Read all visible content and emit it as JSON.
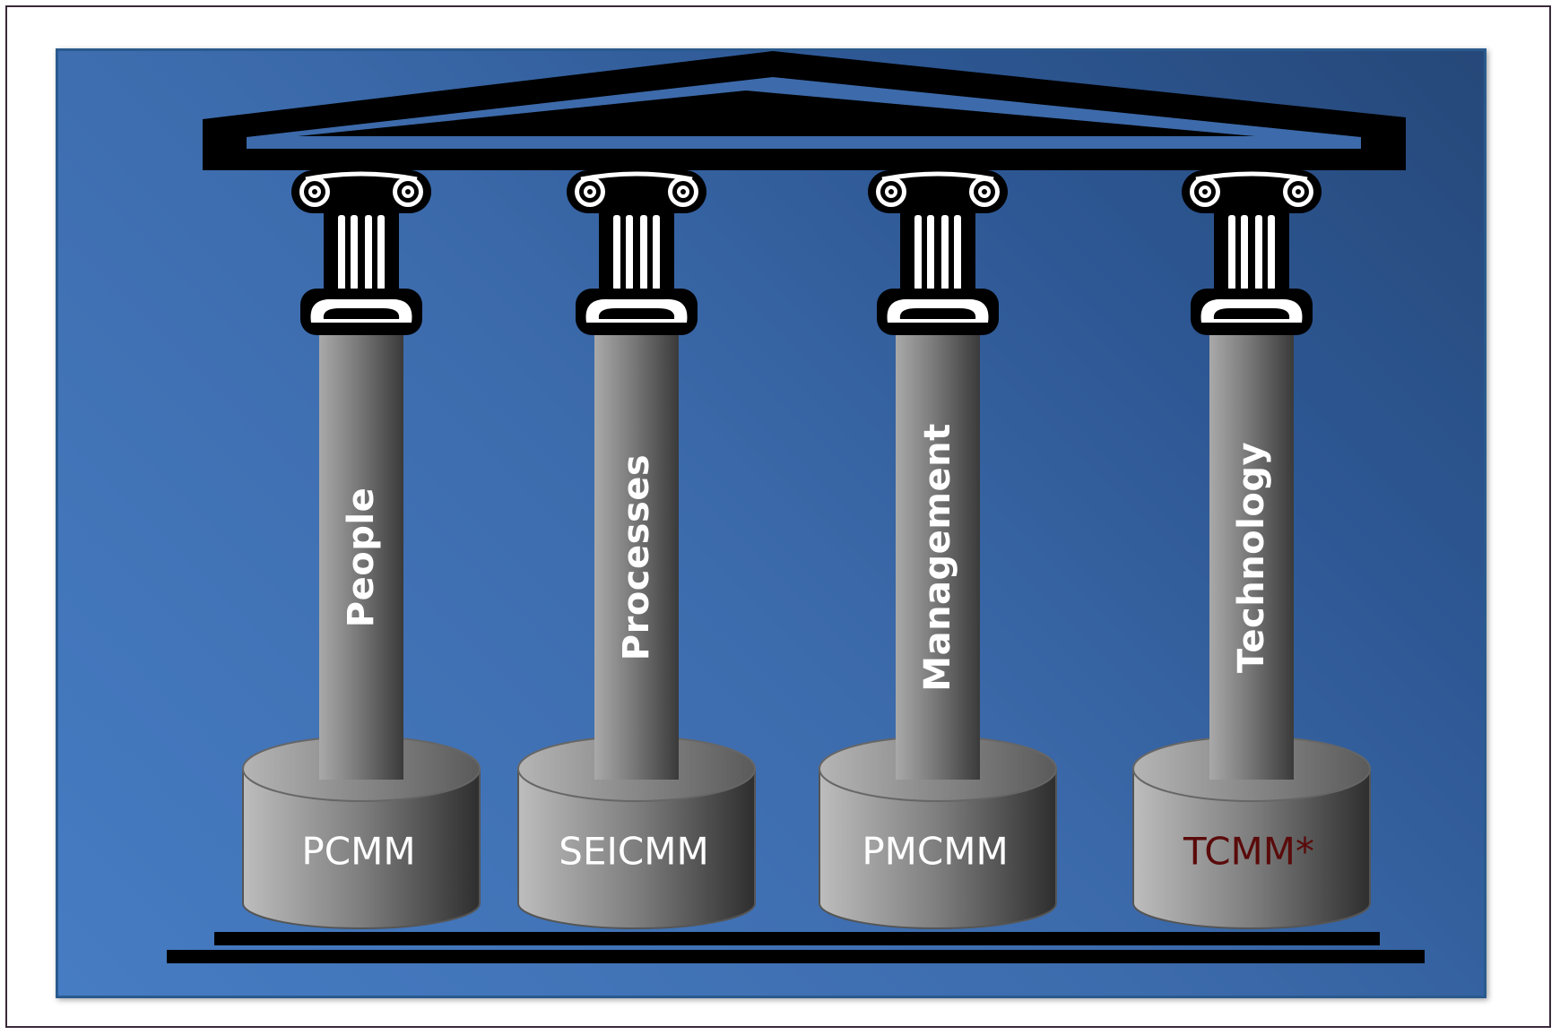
{
  "pillars": [
    {
      "label": "People",
      "base": "PCMM"
    },
    {
      "label": "Processes",
      "base": "SEICMM"
    },
    {
      "label": "Management",
      "base": "PMCMM"
    },
    {
      "label": "Technology",
      "base": "TCMM*"
    }
  ],
  "colors": {
    "base_text_default": "#ffffff",
    "base_text_highlight": "#5a0a0a"
  }
}
